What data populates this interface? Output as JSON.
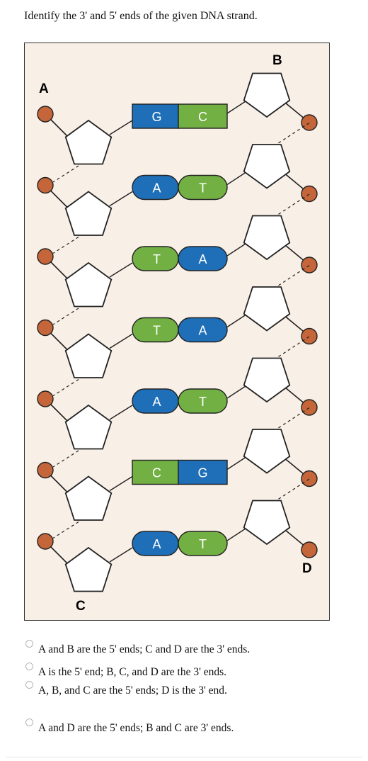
{
  "question": "Identify the 3' and 5' ends of the given DNA strand.",
  "end_labels": {
    "a": "A",
    "b": "B",
    "c": "C",
    "d": "D"
  },
  "colors": {
    "background": "#f8efe6",
    "phosphate": "#c4653a",
    "blue_base": "#1e6fb8",
    "green_base": "#72b044",
    "sugar_fill": "#ffffff",
    "line": "#222222"
  },
  "base_pairs": [
    {
      "left": "G",
      "right": "C"
    },
    {
      "left": "A",
      "right": "T"
    },
    {
      "left": "T",
      "right": "A"
    },
    {
      "left": "T",
      "right": "A"
    },
    {
      "left": "A",
      "right": "T"
    },
    {
      "left": "C",
      "right": "G"
    },
    {
      "left": "A",
      "right": "T"
    }
  ],
  "options": [
    {
      "label": "A and B are the 5' ends; C and D are the 3' ends."
    },
    {
      "label": "A is the 5' end; B, C, and D are the 3' ends."
    },
    {
      "label": "A, B, and C are the 5' ends; D is the 3' end."
    },
    {
      "label": "A and D are the 5' ends; B and C are 3' ends."
    }
  ]
}
